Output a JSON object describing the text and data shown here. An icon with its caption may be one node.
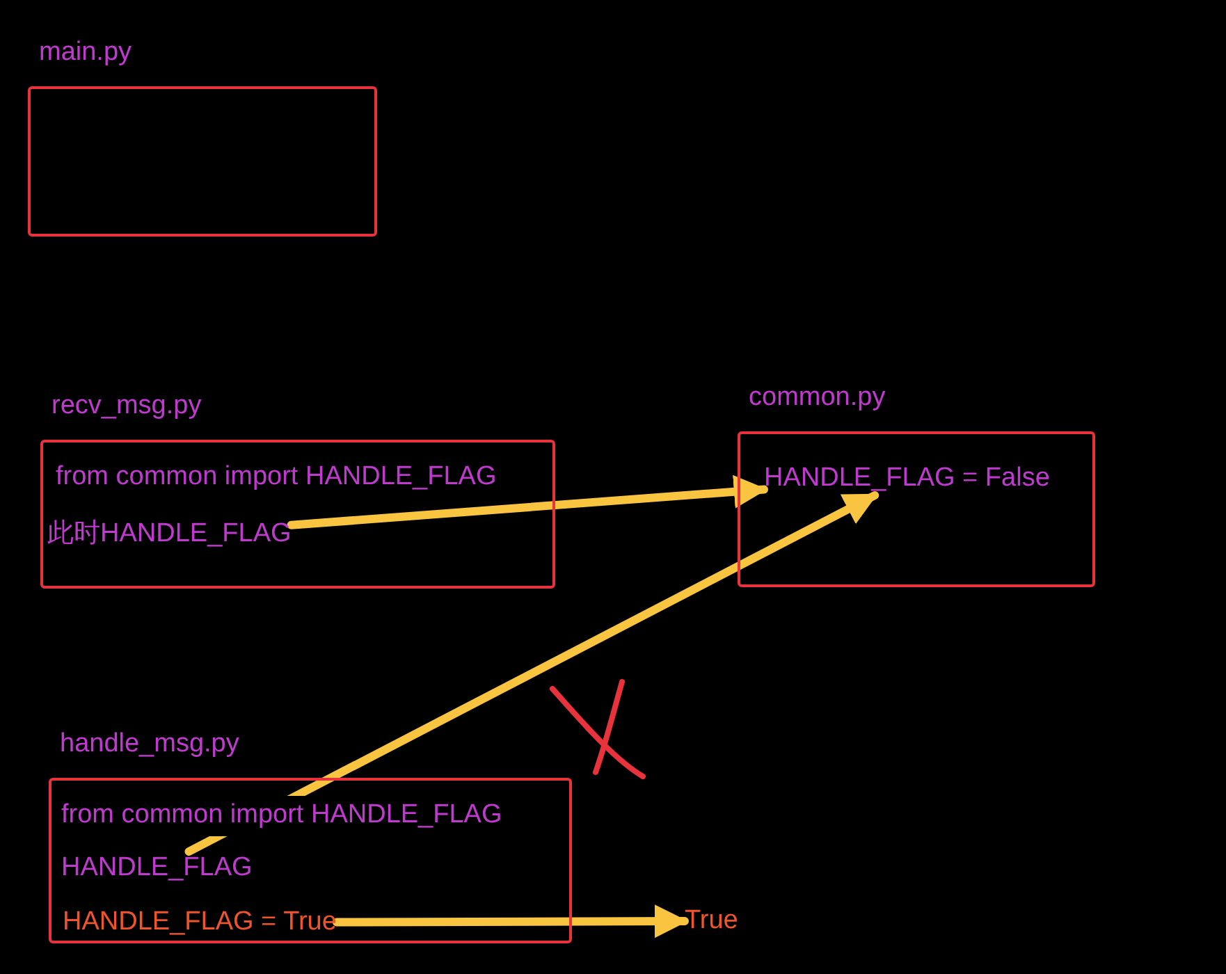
{
  "diagram": {
    "nodes": [
      {
        "text": [
          "main.py"
        ]
      },
      {
        "text": [
          "recv_msg.py",
          "from common import HANDLE_FLAG"
        ]
      },
      {
        "text": [
          "此时HANDLE_FLAG"
        ],
        "in": 1
      },
      {
        "text": [
          "common.py"
        ]
      },
      {
        "text": [
          "HANDLE_FLAG = False"
        ],
        "in": 3
      },
      {
        "text": [
          "handle_msg.py",
          "from common import HANDLE_FLAG"
        ]
      },
      {
        "text": [
          "HANDLE_FLAG"
        ],
        "in": 5
      },
      {
        "text": [
          "HANDLE_FLAG = True"
        ],
        "in": 5
      },
      {
        "text": [
          "True"
        ]
      }
    ],
    "edges": [
      {
        "from": 2,
        "to": 4,
        "arrow": "to"
      },
      {
        "from": 6,
        "to": 4,
        "arrow": "to"
      },
      {
        "from": 7,
        "to": 8,
        "arrow": "to"
      }
    ]
  }
}
